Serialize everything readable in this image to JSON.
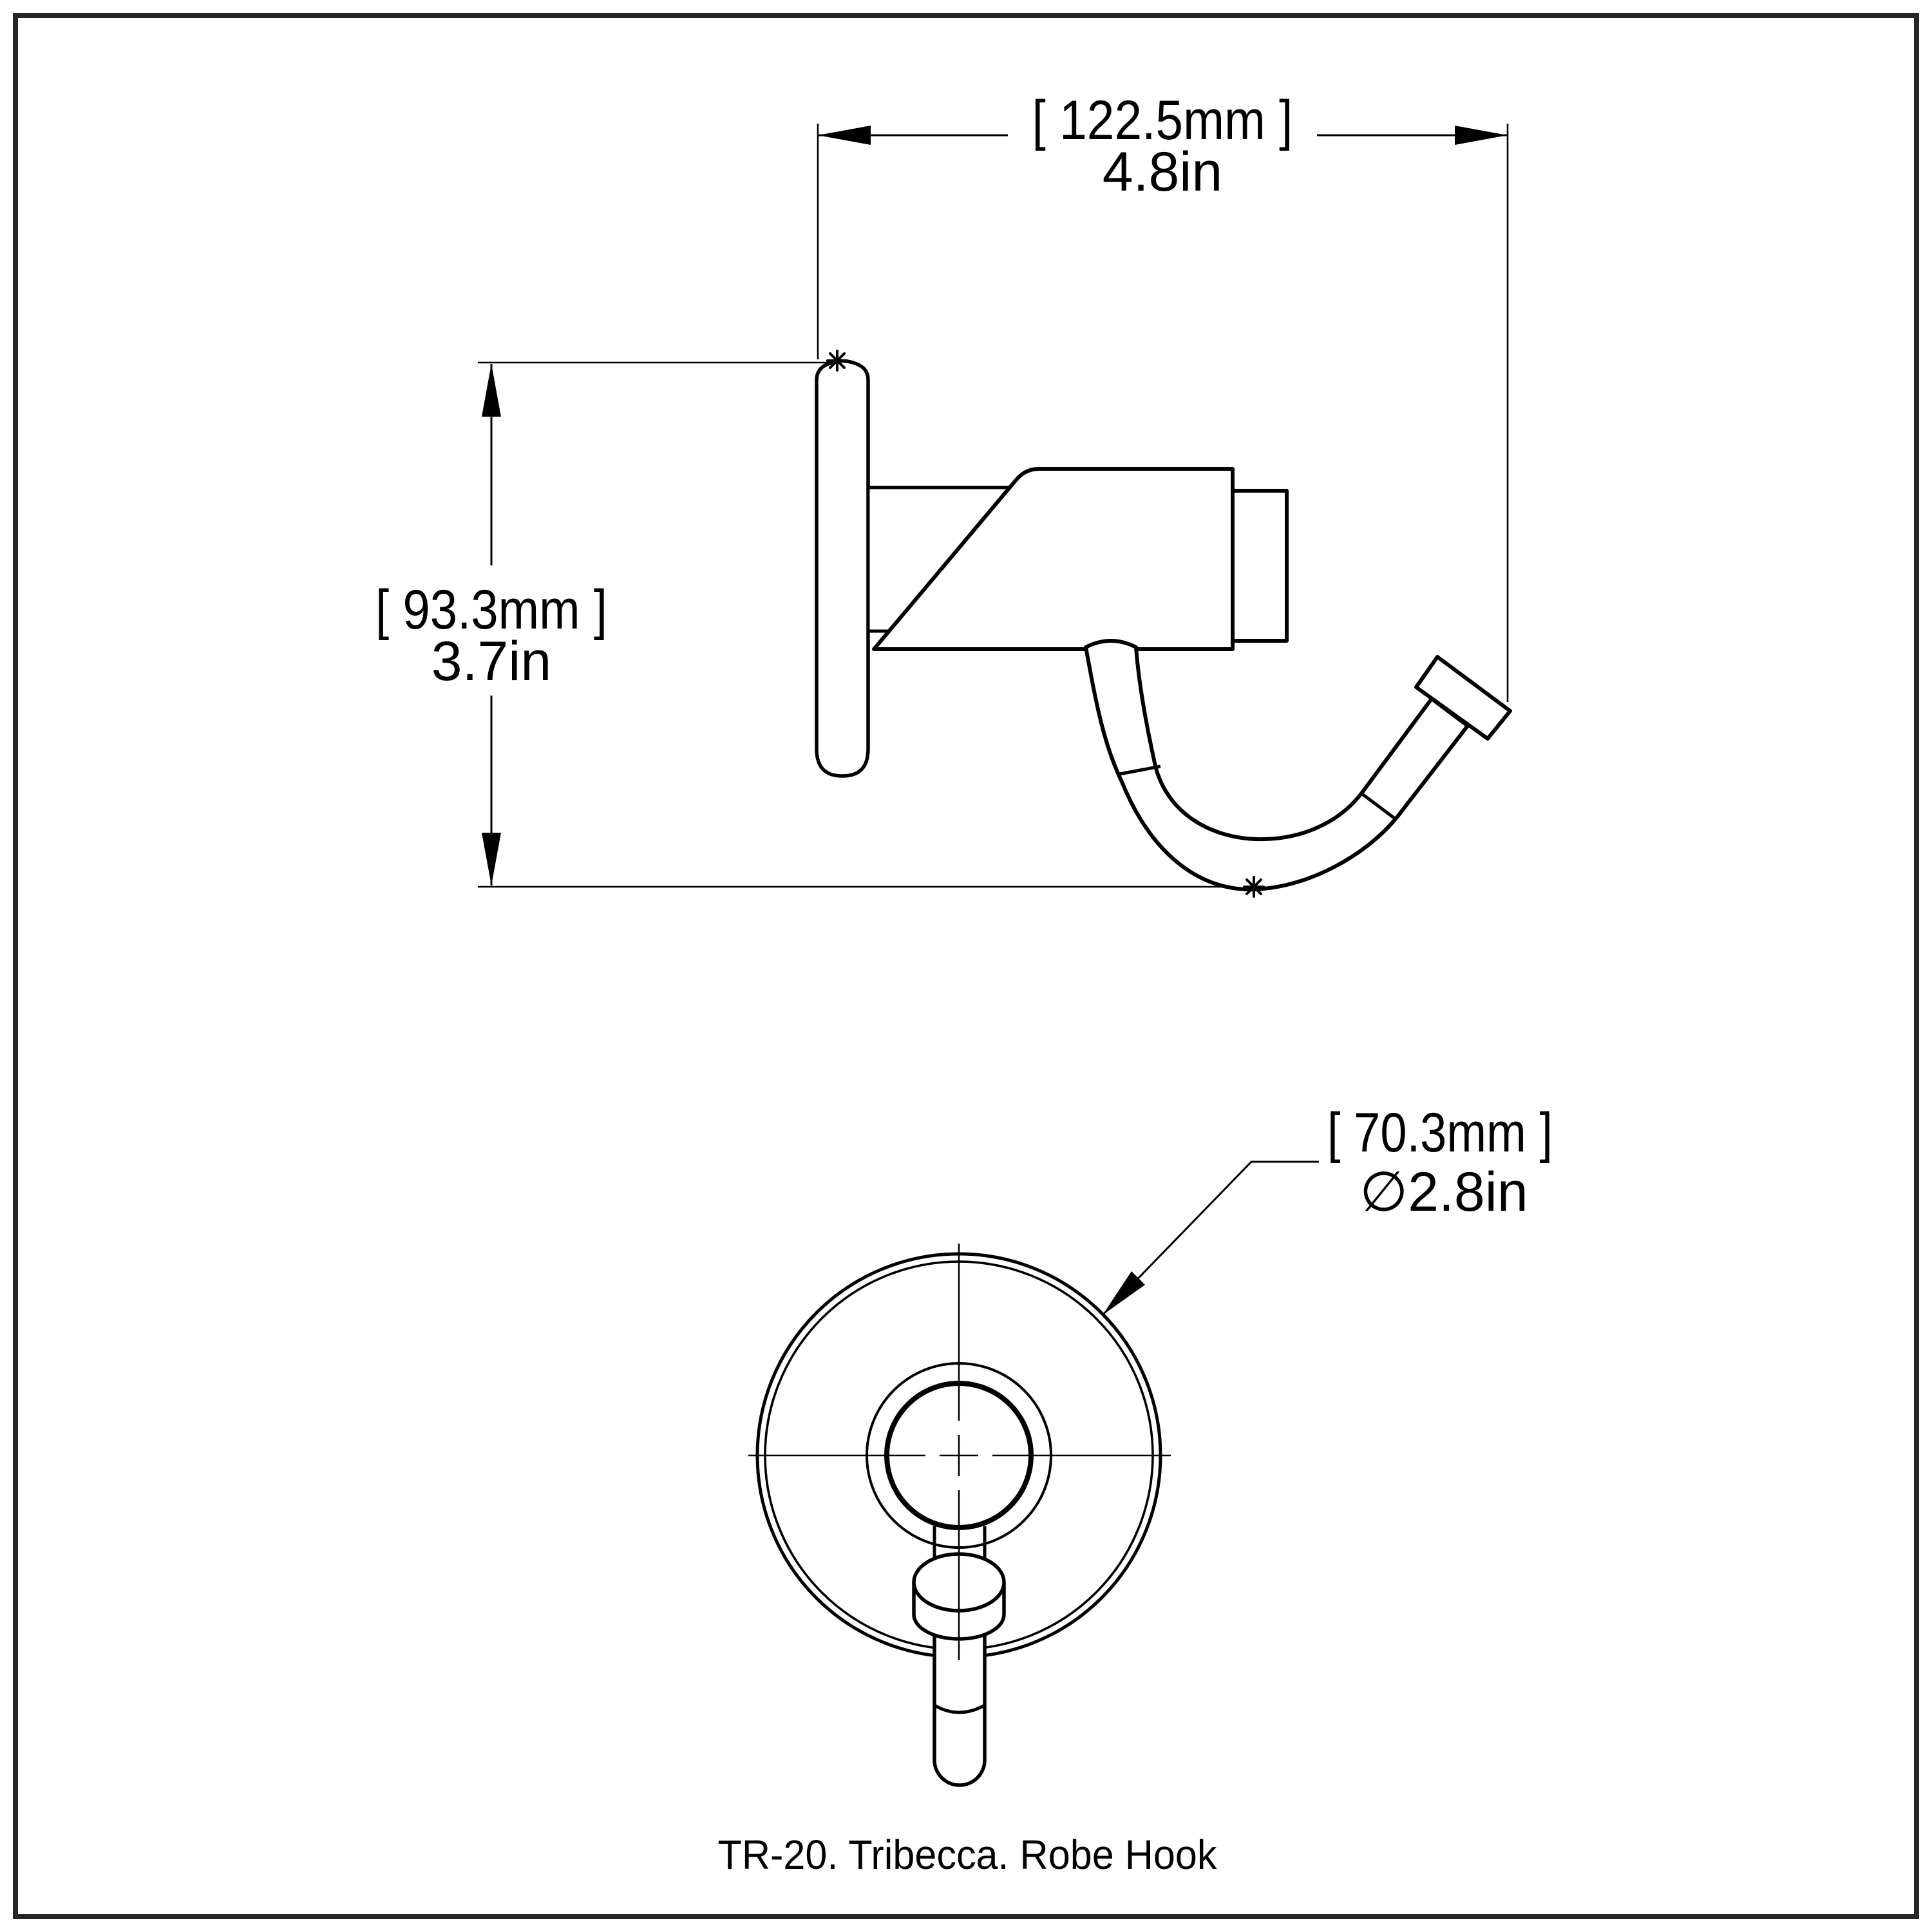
{
  "colors": {
    "background": "#ffffff",
    "ink": "#000000",
    "frame": "#262626"
  },
  "caption": "TR-20. Tribecca. Robe Hook",
  "views": {
    "side": {
      "width_dim": {
        "metric": "[ 122.5mm ]",
        "imperial": "4.8in"
      },
      "height_dim": {
        "metric": "[ 93.3mm ]",
        "imperial": "3.7in"
      }
    },
    "front": {
      "diameter_dim": {
        "metric": "[ 70.3mm ]",
        "imperial": "∅2.8in"
      }
    }
  }
}
